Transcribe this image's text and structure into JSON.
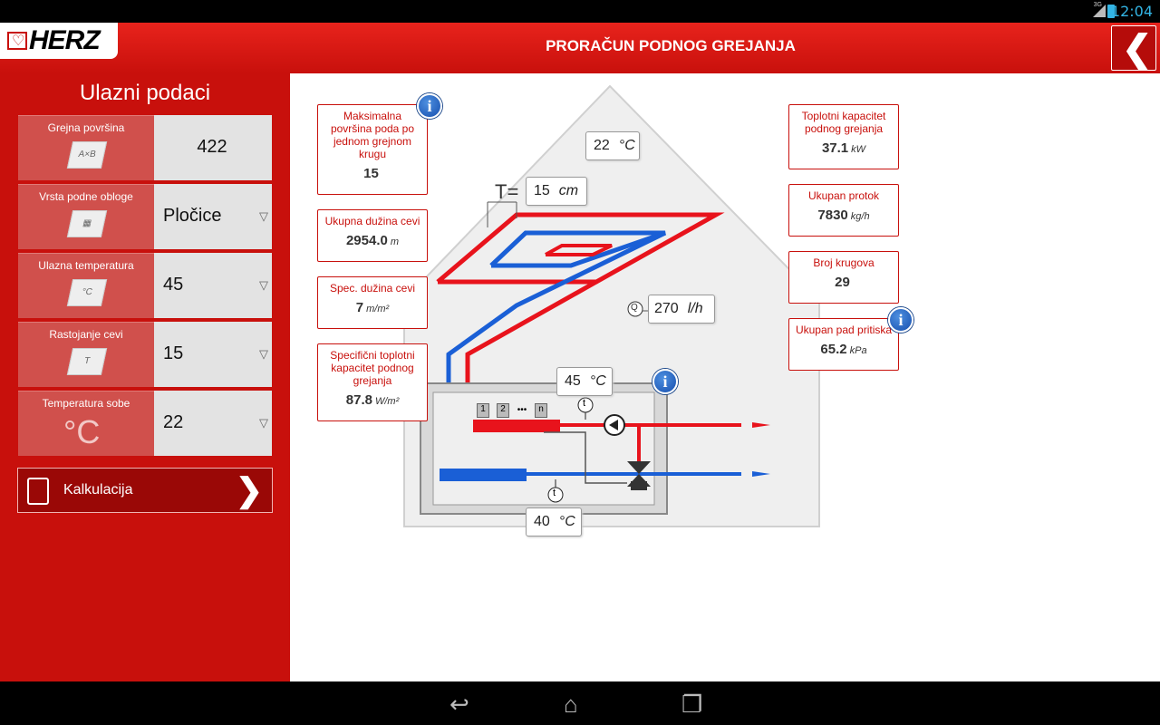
{
  "status": {
    "network": "3G",
    "time": "12:04"
  },
  "header": {
    "logo_text": "HERZ",
    "title": "PRORAČUN PODNOG GREJANJA",
    "back_glyph": "❮"
  },
  "sidebar": {
    "title": "Ulazni podaci",
    "rows": [
      {
        "label": "Grejna površina",
        "value": "422",
        "icon": "area-icon"
      },
      {
        "label": "Vrsta podne obloge",
        "value": "Pločice",
        "icon": "tiles-icon"
      },
      {
        "label": "Ulazna temperatura",
        "value": "45",
        "icon": "inlet-temperature-icon"
      },
      {
        "label": "Rastojanje cevi",
        "value": "15",
        "icon": "pipe-spacing-icon"
      },
      {
        "label": "Temperatura sobe",
        "value": "22",
        "icon": "room-temperature-icon"
      }
    ],
    "calc_label": "Kalkulacija",
    "calc_chevron": "❯"
  },
  "diagram": {
    "room_temp": "22",
    "room_temp_unit": "°C",
    "spacing_label": "T=",
    "spacing": "15",
    "spacing_unit": "cm",
    "flow_label": "Q",
    "flow": "270",
    "flow_unit": "l/h",
    "supply_temp": "45",
    "supply_temp_unit": "°C",
    "return_temp": "40",
    "return_temp_unit": "°C",
    "manifold_labels": [
      "1",
      "2",
      "•••",
      "n"
    ],
    "sensor_label": "t"
  },
  "results_left": [
    {
      "label": "Maksimalna površina poda po jednom grejnom krugu",
      "value": "15",
      "unit": ""
    },
    {
      "label": "Ukupna dužina cevi",
      "value": "2954.0",
      "unit": "m"
    },
    {
      "label": "Spec. dužina cevi",
      "value": "7",
      "unit": "m/m²"
    },
    {
      "label": "Specifični toplotni kapacitet podnog grejanja",
      "value": "87.8",
      "unit": "W/m²"
    }
  ],
  "results_right": [
    {
      "label": "Toplotni kapacitet podnog grejanja",
      "value": "37.1",
      "unit": "kW"
    },
    {
      "label": "Ukupan protok",
      "value": "7830",
      "unit": "kg/h"
    },
    {
      "label": "Broj krugova",
      "value": "29",
      "unit": ""
    },
    {
      "label": "Ukupan pad pritiska",
      "value": "65.2",
      "unit": "kPa"
    }
  ],
  "info_glyph": "i",
  "colors": {
    "brand_red": "#c8100c",
    "supply": "#e8131c",
    "return": "#1a5fd6"
  }
}
